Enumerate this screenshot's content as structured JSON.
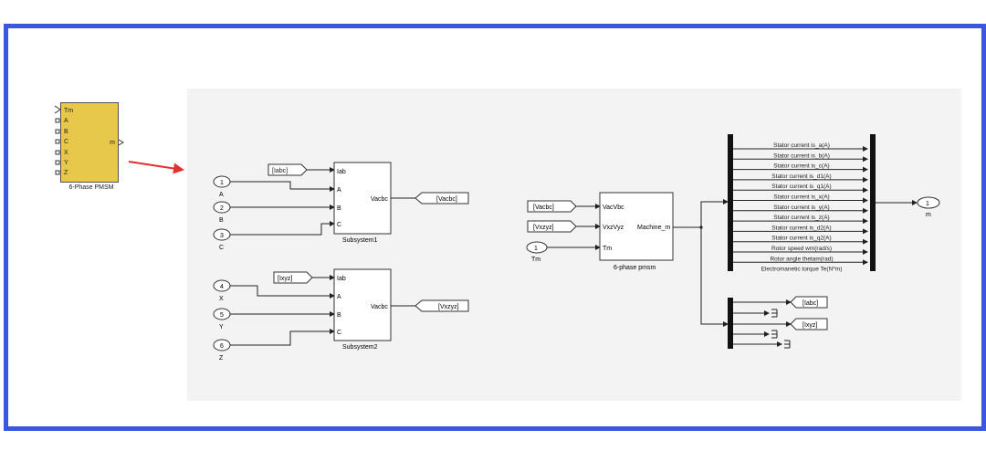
{
  "main_block": {
    "caption": "6-Phase PMSM",
    "inputs": [
      "Tm",
      "A",
      "B",
      "C",
      "X",
      "Y",
      "Z"
    ],
    "output": "m"
  },
  "subsystem1": {
    "caption": "Subsystem1",
    "inputs": [
      "Iab",
      "A",
      "B",
      "C"
    ],
    "output": "Vacbc",
    "goto_in": "[Iabc]",
    "goto_out": "[Vacbc]",
    "ports": [
      {
        "num": "1",
        "label": "A"
      },
      {
        "num": "2",
        "label": "B"
      },
      {
        "num": "3",
        "label": "C"
      }
    ]
  },
  "subsystem2": {
    "caption": "Subsystem2",
    "inputs": [
      "Iab",
      "A",
      "B",
      "C"
    ],
    "output": "Vacbc",
    "goto_in": "[Ixyz]",
    "goto_out": "[Vxzyz]",
    "ports": [
      {
        "num": "4",
        "label": "X"
      },
      {
        "num": "5",
        "label": "Y"
      },
      {
        "num": "6",
        "label": "Z"
      }
    ]
  },
  "pmsm6": {
    "caption": "6-phase pmsm",
    "inputs": [
      "VacVbc",
      "VxzVyz",
      "Tm"
    ],
    "output": "Machine_m",
    "from_tags": [
      "[Vacbc]",
      "[Vxzyz]"
    ],
    "tm_port": {
      "num": "1",
      "label": "Tm"
    }
  },
  "bus_signals": [
    "Stator current is_a(A)",
    "Stator current is_b(A)",
    "Stator current is_c(A)",
    "Stator current is_d1(A)",
    "Stator current is_q1(A)",
    "Stator current is_x(A)",
    "Stator current is_y(A)",
    "Stator current is_z(A)",
    "Stator current is_d2(A)",
    "Stator current is_q2(A)",
    "Rotor speed wm(rad/s)",
    "Rotor angle thetam(rad)",
    "Electromanetic torque Te(N*m)"
  ],
  "out_port": {
    "num": "1",
    "label": "m"
  },
  "lower_gotos": [
    "[Iabc]",
    "[Ixyz]"
  ],
  "colors": {
    "border": "#3b57e0",
    "block": "#e8c84a",
    "arrow": "#e03030",
    "canvas": "#f3f3f3"
  }
}
